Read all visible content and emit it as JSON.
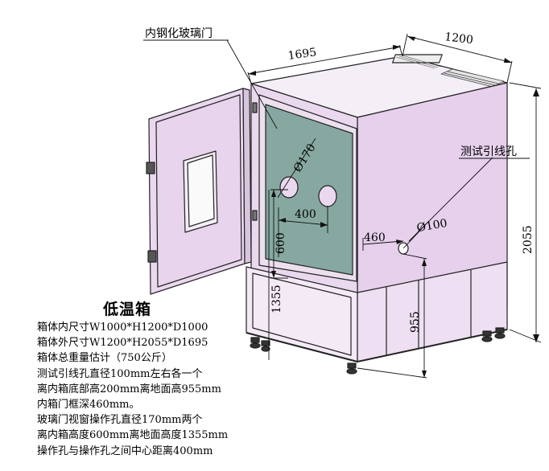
{
  "callouts": {
    "glass_door": "内钢化玻璃门",
    "test_hole": "测试引线孔"
  },
  "dimensions": {
    "depth": "1695",
    "width": "1200",
    "height": "2055",
    "window_hole_diameter": "Ø170",
    "hole_spacing": "400",
    "window_hole_height": "600",
    "window_hole_floor_height": "1355",
    "test_hole_offset": "460",
    "test_hole_diameter": "Ø100",
    "test_hole_floor_height": "955"
  },
  "specs": {
    "title": "低温箱",
    "lines": [
      "箱体内尺寸W1000*H1200*D1000",
      "箱体外尺寸W1200*H2055*D1695",
      "箱体总重量估计（750公斤）",
      "测试引线孔直径100mm左右各一个",
      "离内箱底部高200mm离地面高955mm",
      "内箱门框深460mm。",
      "玻璃门视窗操作孔直径170mm两个",
      "离内箱高度600mm离地面高度1355mm",
      "操作孔与操作孔之间中心距离400mm"
    ]
  },
  "colors": {
    "body_fill": "#ead8ef",
    "side_fill": "#e6d0ec",
    "glass_fill": "#86a8a0",
    "base_fill": "#f3eaf5",
    "outline": "#222222"
  }
}
